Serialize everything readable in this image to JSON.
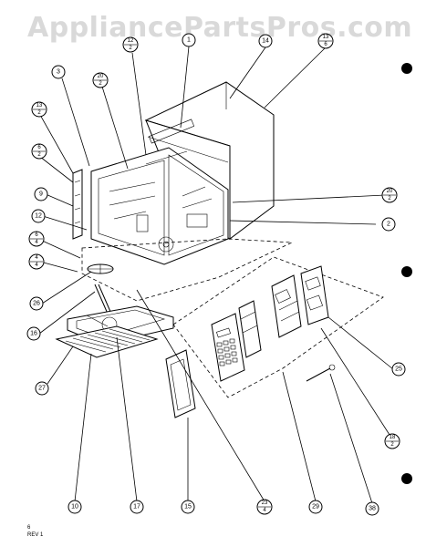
{
  "watermark": "AppliancePartsPros.com",
  "callouts": {
    "c1": "1",
    "c14": "14",
    "c3": "3",
    "c9": "9",
    "c12": "12",
    "c26": "26",
    "c16": "16",
    "c27": "27",
    "c10": "10",
    "c17": "17",
    "c15": "15",
    "c29": "29",
    "c38": "38",
    "c25": "25",
    "c2": "2"
  },
  "fractions": {
    "f12_2": {
      "num": "12",
      "den": "2"
    },
    "f13_6": {
      "num": "13",
      "den": "6"
    },
    "f20_2a": {
      "num": "20",
      "den": "2"
    },
    "f13_2": {
      "num": "13",
      "den": "2"
    },
    "f6_2": {
      "num": "6",
      "den": "2"
    },
    "f20_2b": {
      "num": "20",
      "den": "2"
    },
    "f6_4": {
      "num": "6",
      "den": "4"
    },
    "f4_4": {
      "num": "4",
      "den": "4"
    },
    "f23_4": {
      "num": "23",
      "den": "4"
    },
    "f18_2": {
      "num": "18",
      "den": "2"
    }
  },
  "revision": {
    "line1": "6",
    "line2": "REV 1"
  }
}
